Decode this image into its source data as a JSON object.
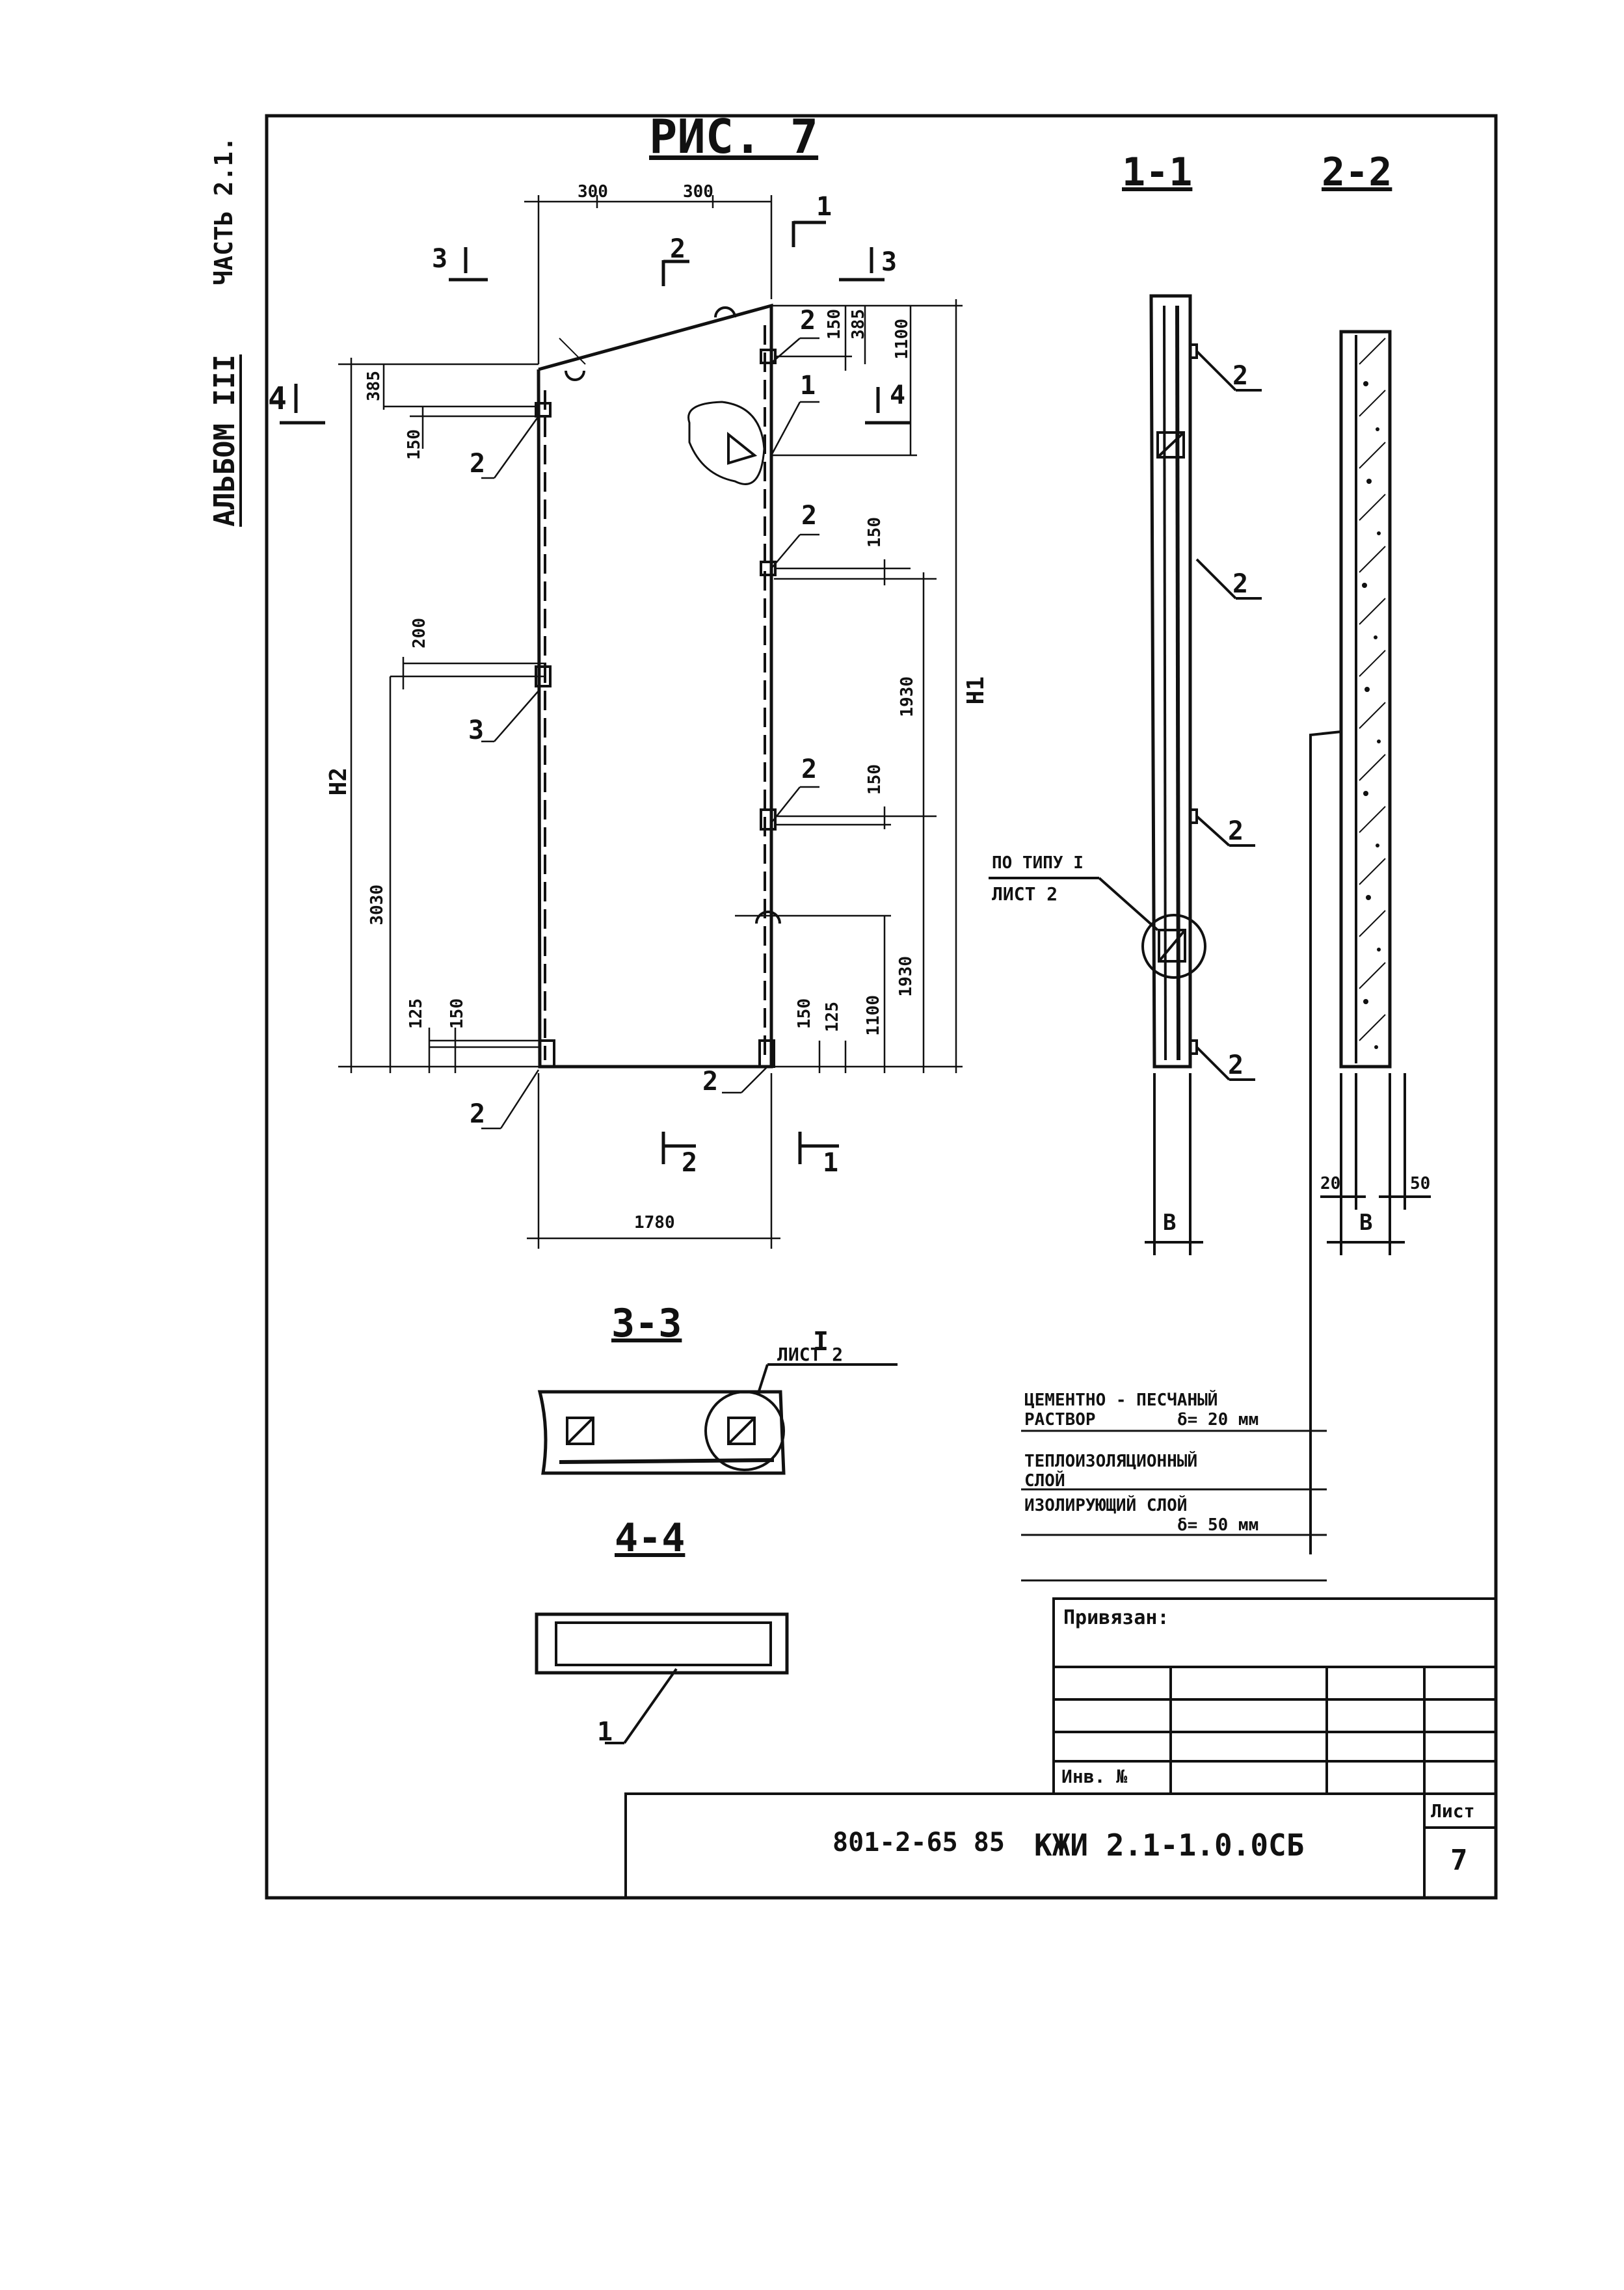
{
  "side_labels": {
    "part": "ЧАСТЬ 2.1.",
    "album": "АЛЬБОМ III"
  },
  "figure_title": "РИС. 7",
  "section_titles": {
    "s11": "1-1",
    "s22": "2-2",
    "s33": "3-3",
    "s44": "4-4"
  },
  "cut_marks": {
    "c1": "1",
    "c2": "2",
    "c3": "3",
    "c4": "4"
  },
  "dimensions": {
    "d300a": "300",
    "d300b": "300",
    "d150_tr": "150",
    "d385_tr": "385",
    "d1100_top": "1100",
    "d385_tl": "385",
    "d150_tl": "150",
    "d150_r1": "150",
    "d200": "200",
    "H2": "H2",
    "H1": "H1",
    "d1930a": "1930",
    "d150_r2": "150",
    "d3030": "3030",
    "d1100_bot": "1100",
    "d1930b": "1930",
    "d125_bl": "125",
    "d150_bl": "150",
    "d150_br": "150",
    "d125_br": "125",
    "d1780": "1780",
    "B_11": "B",
    "d20": "20",
    "B_22": "B",
    "d50": "50"
  },
  "position_labels": {
    "p2_tr": "2",
    "p1": "1",
    "p2_tl": "2",
    "p2_r1": "2",
    "p3": "3",
    "p2_r2": "2",
    "p2_br": "2",
    "p2_bl": "2",
    "s11_p2a": "2",
    "s11_p2b": "2",
    "s11_p2c": "2",
    "s11_p2d": "2",
    "p4": "1"
  },
  "callouts": {
    "node_s11_line1": "ПО ТИПУ I",
    "node_s11_line2": "ЛИСТ 2",
    "node_s33_line1": "I",
    "node_s33_line2": "ЛИСТ 2"
  },
  "layers_note": {
    "l1a": "ЦЕМЕНТНО - ПЕСЧАНЫЙ",
    "l1b": "РАСТВОР",
    "l1c": "δ= 20 мм",
    "l2a": "ТЕПЛОИЗОЛЯЦИОННЫЙ",
    "l2b": "СЛОЙ",
    "l3a": "ИЗОЛИРУЮЩИЙ СЛОЙ",
    "l3b": "δ= 50 мм"
  },
  "title_block": {
    "bound_label": "Привязан:",
    "inv_label": "Инв. №",
    "doc_code": "801-2-65 85",
    "drawing_code": "КЖИ 2.1-1.0.0СБ",
    "sheet_label": "Лист",
    "sheet_number": "7"
  }
}
